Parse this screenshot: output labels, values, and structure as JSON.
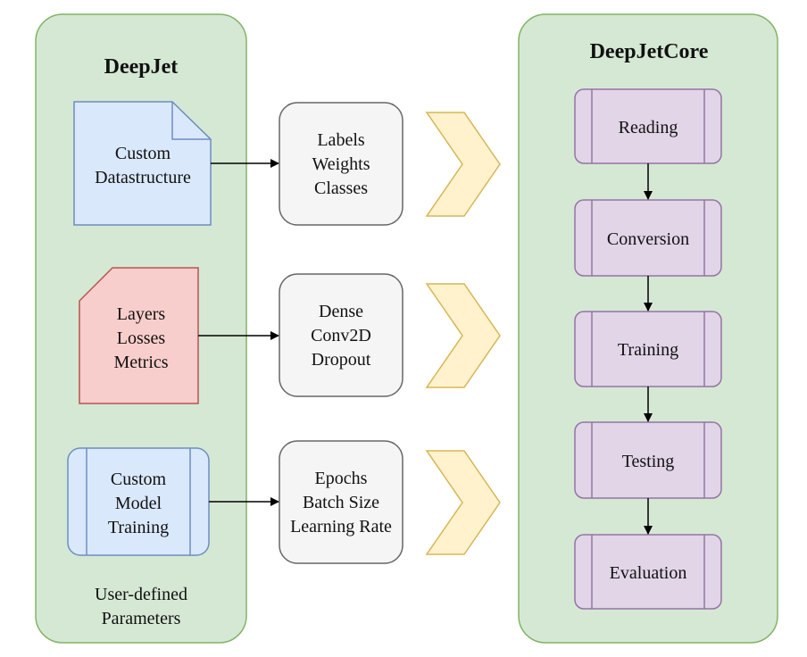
{
  "colors": {
    "panel_fill": "#d5e8d4",
    "panel_stroke": "#82b366",
    "doc_fill": "#dae8fc",
    "doc_stroke": "#6c8ebf",
    "card_fill": "#f8cecc",
    "card_stroke": "#b85450",
    "param_fill": "#f5f5f5",
    "param_stroke": "#666666",
    "chevron_fill": "#fff2cc",
    "chevron_stroke": "#d6b656",
    "step_fill": "#e1d5e7",
    "step_stroke": "#9673a6",
    "arrow": "#000000"
  },
  "left_panel": {
    "title": "DeepJet",
    "footer": [
      "User-defined",
      "Parameters"
    ],
    "items": [
      {
        "shape": "document",
        "lines": [
          "Custom",
          "Datastructure"
        ]
      },
      {
        "shape": "card",
        "lines": [
          "Layers",
          "Losses",
          "Metrics"
        ]
      },
      {
        "shape": "process",
        "lines": [
          "Custom",
          "Model",
          "Training"
        ]
      }
    ]
  },
  "parameters": [
    {
      "lines": [
        "Labels",
        "Weights",
        "Classes"
      ]
    },
    {
      "lines": [
        "Dense",
        "Conv2D",
        "Dropout"
      ]
    },
    {
      "lines": [
        "Epochs",
        "Batch Size",
        "Learning Rate"
      ]
    }
  ],
  "right_panel": {
    "title": "DeepJetCore",
    "steps": [
      "Reading",
      "Conversion",
      "Training",
      "Testing",
      "Evaluation"
    ]
  }
}
